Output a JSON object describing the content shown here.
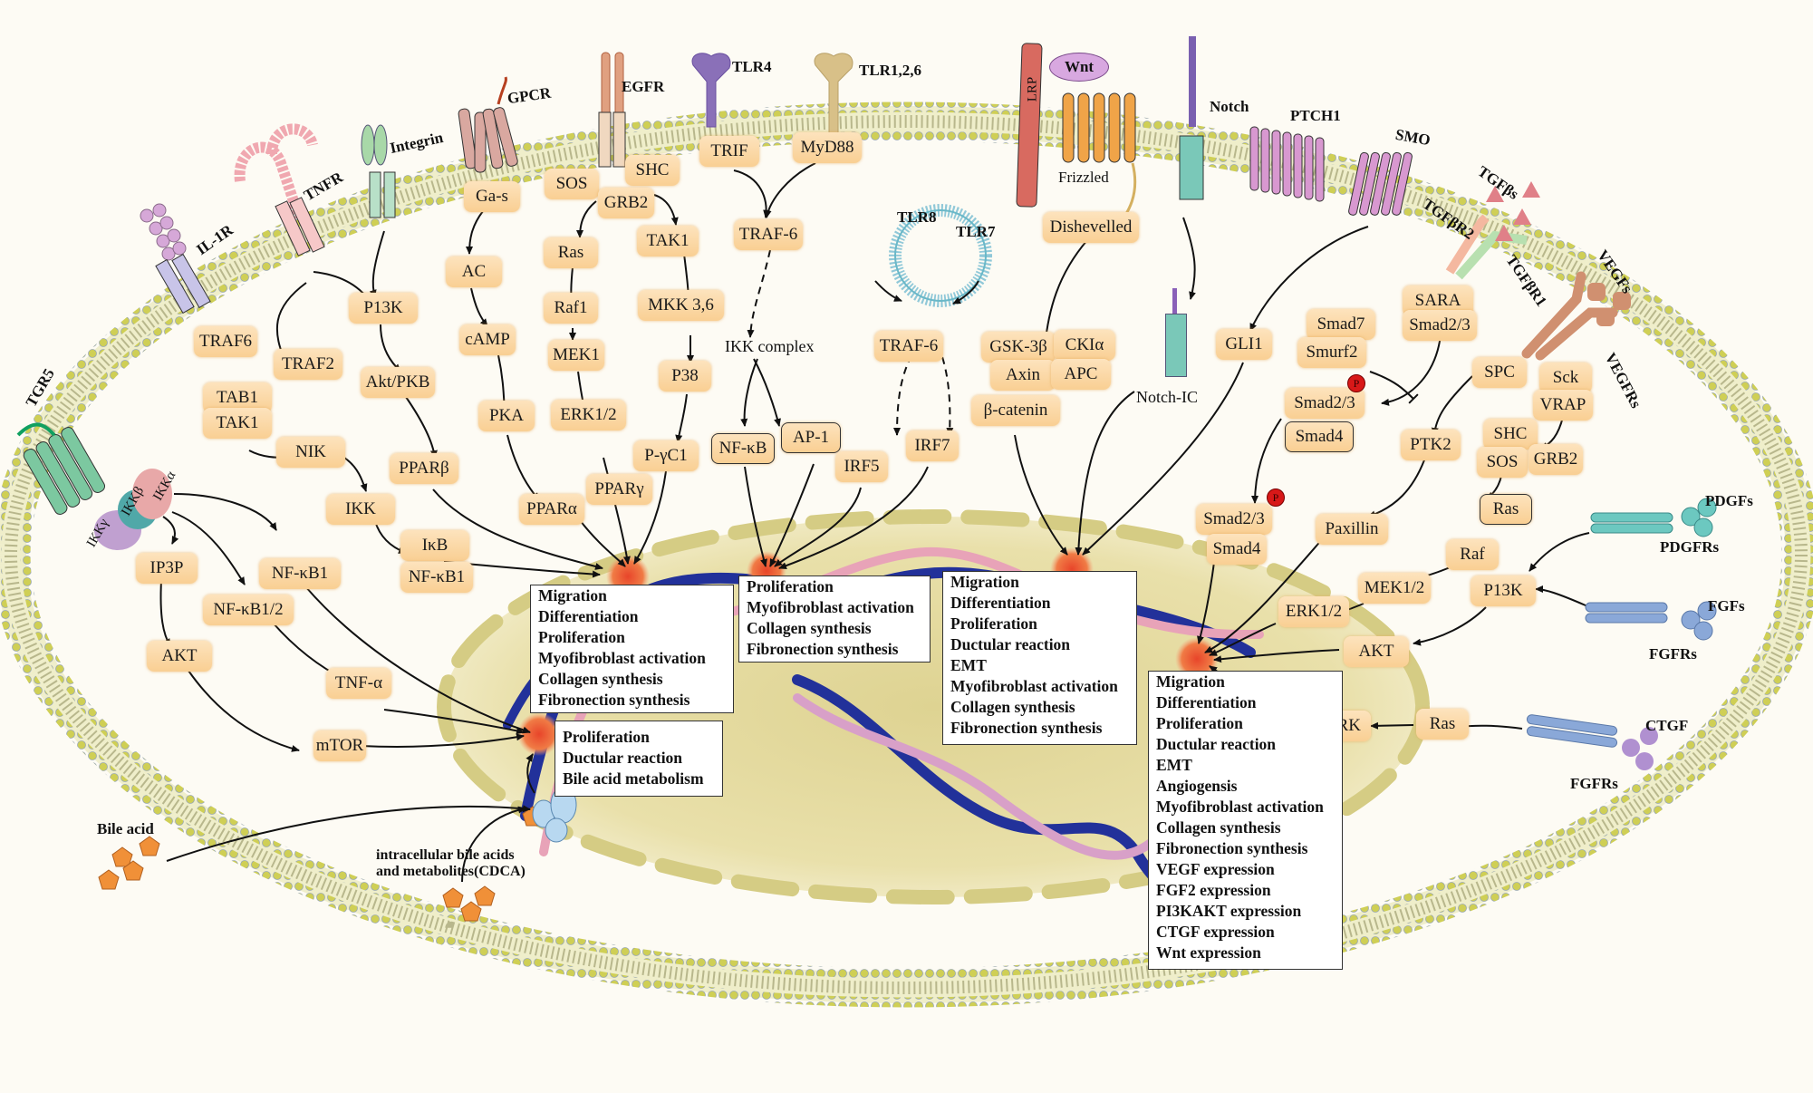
{
  "figure": {
    "title": "Signaling pathways in cholangiocytes / liver fibrosis",
    "colors": {
      "node_fill": "#f9cf93",
      "membrane": "#c8c84a",
      "nucleus": "#e8dfa5",
      "hotspot": "#f0652a",
      "dna_blue": "#22319a",
      "dna_pink": "#e8a3b8",
      "phospho": "#d81818"
    }
  },
  "receptors": {
    "il1r": "IL-1R",
    "tnfr": "TNFR",
    "integrin": "Integrin",
    "gpcr": "GPCR",
    "egfr": "EGFR",
    "tlr4": "TLR4",
    "tlr126": "TLR1,2,6",
    "lrp": "LRP",
    "wnt": "Wnt",
    "frizzled": "Frizzled",
    "notch": "Notch",
    "ptch1": "PTCH1",
    "smo": "SMO",
    "tgfbs": "TGFβs",
    "tgfbr2": "TGFβR2",
    "tgfbr1": "TGFβR1",
    "vegfs": "VEGFs",
    "vegfrs": "VEGFRs",
    "pdgfs": "PDGFs",
    "pdgfrs": "PDGFRs",
    "fgfs": "FGFs",
    "fgfrs": "FGFRs",
    "ctgf": "CTGF",
    "fgfrs2": "FGFRs",
    "tgr5": "TGR5",
    "tlr8": "TLR8",
    "tlr7": "TLR7",
    "ikka": "IKKα",
    "ikkb": "IKKβ",
    "ikkg": "IKKγ"
  },
  "nodes": {
    "traf6_il": "TRAF6",
    "tab1": "TAB1",
    "tak1_il": "TAK1",
    "traf2": "TRAF2",
    "nik": "NIK",
    "ikk": "IKK",
    "ikb": "IκB",
    "nfkb1_a": "NF-κB1",
    "p13k_int": "P13K",
    "akt_pkb": "Akt/PKB",
    "pparb": "PPARβ",
    "gas": "Ga-s",
    "ac": "AC",
    "camp": "cAMP",
    "pka": "PKA",
    "ppara": "PPARα",
    "sos_egfr": "SOS",
    "shc_egfr": "SHC",
    "grb2_egfr": "GRB2",
    "ras_egfr": "Ras",
    "raf1": "Raf1",
    "mek1": "MEK1",
    "erk12_egfr": "ERK1/2",
    "pparg": "PPARγ",
    "tak1_egfr": "TAK1",
    "mkk36": "MKK 3,6",
    "p38": "P38",
    "pgc1": "P-γC1",
    "trif": "TRIF",
    "myd88": "MyD88",
    "traf6_tlr": "TRAF-6",
    "ikk_complex": "IKK complex",
    "nfkb": "NF-κB",
    "ap1": "AP-1",
    "traf6_endo": "TRAF-6",
    "irf5": "IRF5",
    "irf7": "IRF7",
    "dishevelled": "Dishevelled",
    "gsk3b": "GSK-3β",
    "ckia": "CKIα",
    "axin": "Axin",
    "apc": "APC",
    "bcatenin": "β-catenin",
    "notch_ic": "Notch-IC",
    "gli1": "GLI1",
    "smad7": "Smad7",
    "smurf2": "Smurf2",
    "sara": "SARA",
    "smad23_r": "Smad2/3",
    "smad23_p": "Smad2/3",
    "smad4_a": "Smad4",
    "smad23_n": "Smad2/3",
    "smad4_n": "Smad4",
    "spc": "SPC",
    "ptk2": "PTK2",
    "paxillin": "Paxillin",
    "sck": "Sck",
    "vrap": "VRAP",
    "shc_v": "SHC",
    "sos_v": "SOS",
    "grb2_v": "GRB2",
    "ras_v": "Ras",
    "raf_v": "Raf",
    "mek12": "MEK1/2",
    "erk12_v": "ERK1/2",
    "p13k_pdgf": "P13K",
    "akt_r": "AKT",
    "erk_ctgf": "ERK",
    "ras_ctgf": "Ras",
    "ip3p": "IP3P",
    "nfkb1_b": "NF-κB1",
    "nfkb12": "NF-κB1/2",
    "akt_l": "AKT",
    "tnfa": "TNF-α",
    "mtor": "mTOR",
    "phospho": "P"
  },
  "labels": {
    "bile_acid": "Bile acid",
    "intracellular_line1": "intracellular bile acids",
    "intracellular_line2": "and metabolites(CDCA)"
  },
  "outcomes": {
    "box1": [
      "Migration",
      "Differentiation",
      "Proliferation",
      "Myofibroblast activation",
      "Collagen synthesis",
      "Fibronection synthesis"
    ],
    "box2": [
      "Proliferation",
      "Myofibroblast activation",
      "Collagen synthesis",
      "Fibronection synthesis"
    ],
    "box3": [
      "Migration",
      "Differentiation",
      "Proliferation",
      "Ductular reaction",
      "EMT",
      "Myofibroblast activation",
      "Collagen synthesis",
      "Fibronection synthesis"
    ],
    "box4": [
      "Proliferation",
      "Ductular reaction",
      "Bile acid metabolism"
    ],
    "box5": [
      "Migration",
      "Differentiation",
      "Proliferation",
      "Ductular reaction",
      "EMT",
      "Angiogensis",
      "Myofibroblast activation",
      "Collagen synthesis",
      "Fibronection synthesis",
      "VEGF expression",
      "FGF2 expression",
      "PI3KAKT expression",
      "CTGF expression",
      "Wnt expression"
    ]
  }
}
